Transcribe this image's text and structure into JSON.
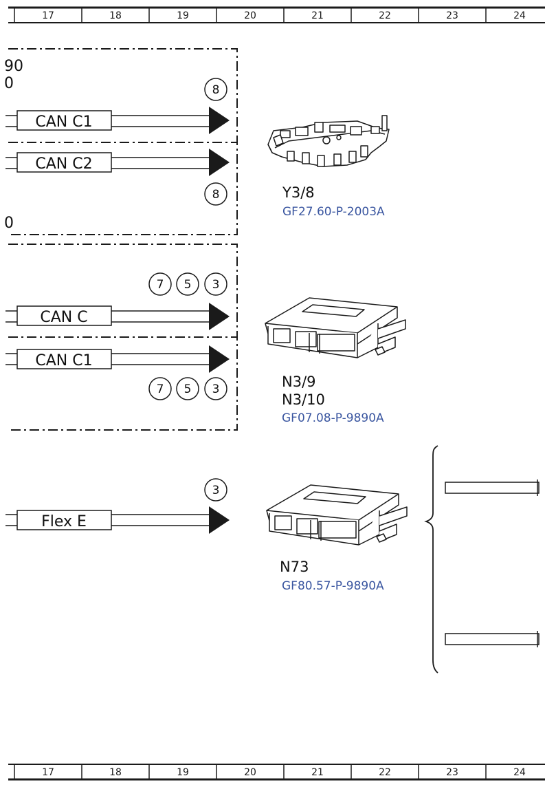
{
  "ruler_top": [
    "17",
    "18",
    "19",
    "20",
    "21",
    "22",
    "23",
    "24"
  ],
  "ruler_bottom": [
    "17",
    "18",
    "19",
    "20",
    "21",
    "22",
    "23",
    "24"
  ],
  "fragments": {
    "f1": "90",
    "f2": "0",
    "f3": "0"
  },
  "group1": {
    "badge_a": "8",
    "badge_b": "8",
    "line1": "CAN C1",
    "line2": "CAN C2",
    "component": "Y3/8",
    "ref": "GF27.60-P-2003A"
  },
  "group2": {
    "badges_top": [
      "7",
      "5",
      "3"
    ],
    "badges_bottom": [
      "7",
      "5",
      "3"
    ],
    "line1": "CAN C",
    "line2": "CAN C1",
    "component_1": "N3/9",
    "component_2": "N3/10",
    "ref": "GF07.08-P-9890A"
  },
  "group3": {
    "badge": "3",
    "line1": "Flex E",
    "component": "N73",
    "ref": "GF80.57-P-9890A"
  },
  "colors": {
    "link": "#3a56a0",
    "line": "#1a1a1a"
  },
  "icons": [
    "valve-body-plate-icon",
    "control-unit-box-icon",
    "control-unit-box-icon"
  ]
}
